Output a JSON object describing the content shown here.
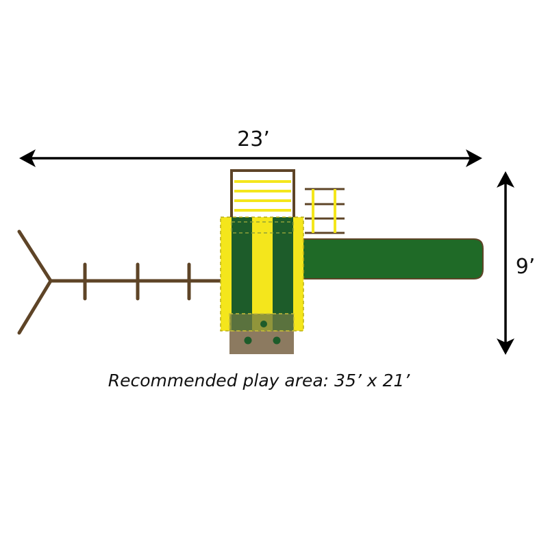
{
  "diagram": {
    "width_label": "23’",
    "depth_label": "9’",
    "caption": "Recommended play area: 35’ x 21’"
  },
  "colors": {
    "wood": "#5e4427",
    "canopy_green": "#1d5c2a",
    "slide_green": "#1f6a27",
    "canopy_yellow": "#f4e61c",
    "sandbox": "#8c7a60",
    "arrow": "#000000"
  }
}
